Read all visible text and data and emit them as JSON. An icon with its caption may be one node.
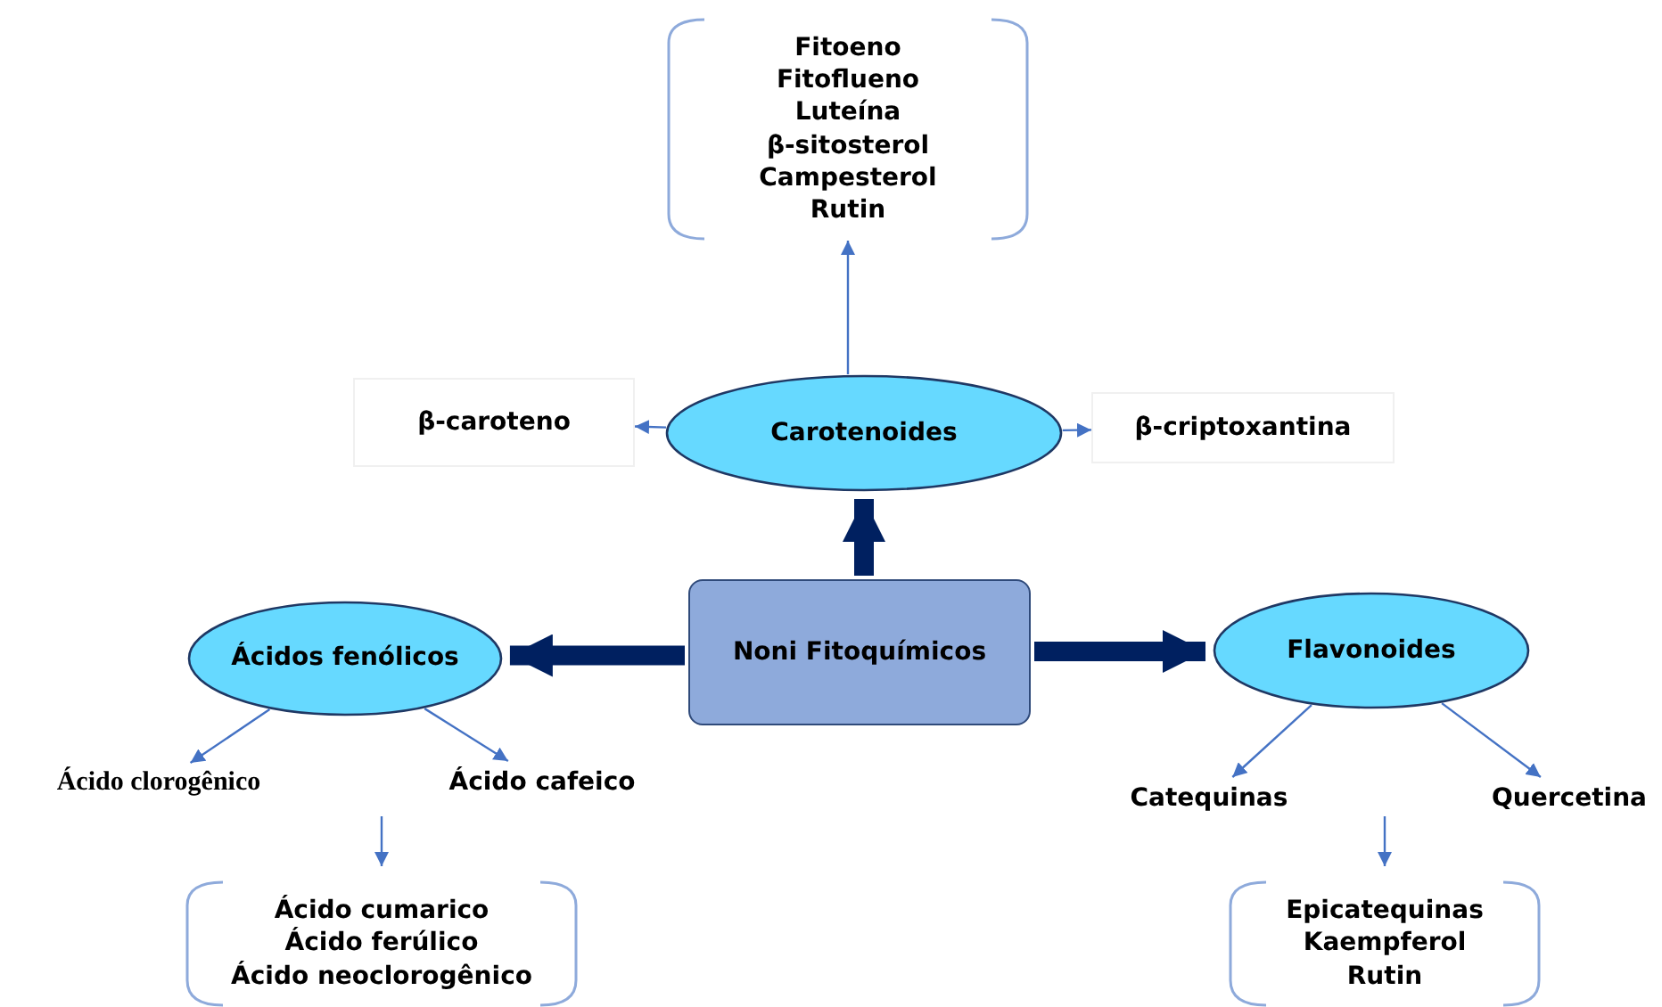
{
  "diagram": {
    "nodes": [
      {
        "text": [
          "Noni Fitoquímicos"
        ]
      },
      {
        "text": [
          "Carotenoides"
        ]
      },
      {
        "text": [
          "Ácidos fenólicos"
        ]
      },
      {
        "text": [
          "Flavonoides"
        ]
      },
      {
        "text": [
          "Fitoeno",
          "Fitoflueno",
          "Luteína",
          "β-sitosterol",
          "Campesterol",
          "Rutin"
        ]
      },
      {
        "text": [
          "β-caroteno"
        ]
      },
      {
        "text": [
          "β-criptoxantina"
        ]
      },
      {
        "text": [
          "Ácido clorogênico"
        ]
      },
      {
        "text": [
          "Ácido cafeico"
        ]
      },
      {
        "text": [
          "Ácido cumarico",
          "Ácido ferúlico",
          "Ácido neoclorogênico"
        ]
      },
      {
        "text": [
          "Catequinas"
        ]
      },
      {
        "text": [
          "Quercetina"
        ]
      },
      {
        "text": [
          "Epicatequinas",
          "Kaempferol",
          "Rutin"
        ]
      }
    ],
    "edges": [
      {
        "from": 0,
        "to": 1,
        "arrow": "to",
        "style": "thick",
        "color": "#002060"
      },
      {
        "from": 0,
        "to": 2,
        "arrow": "to",
        "style": "thick",
        "color": "#002060"
      },
      {
        "from": 0,
        "to": 3,
        "arrow": "to",
        "style": "thick",
        "color": "#002060"
      },
      {
        "from": 1,
        "to": 4,
        "arrow": "to"
      },
      {
        "from": 1,
        "to": 5,
        "arrow": "to"
      },
      {
        "from": 1,
        "to": 6,
        "arrow": "to"
      },
      {
        "from": 2,
        "to": 7,
        "arrow": "to"
      },
      {
        "from": 2,
        "to": 8,
        "arrow": "to"
      },
      {
        "from": null,
        "to": 9,
        "arrow": "to"
      },
      {
        "from": 3,
        "to": 10,
        "arrow": "to"
      },
      {
        "from": 3,
        "to": 11,
        "arrow": "to"
      },
      {
        "from": null,
        "to": 12,
        "arrow": "to"
      }
    ]
  }
}
